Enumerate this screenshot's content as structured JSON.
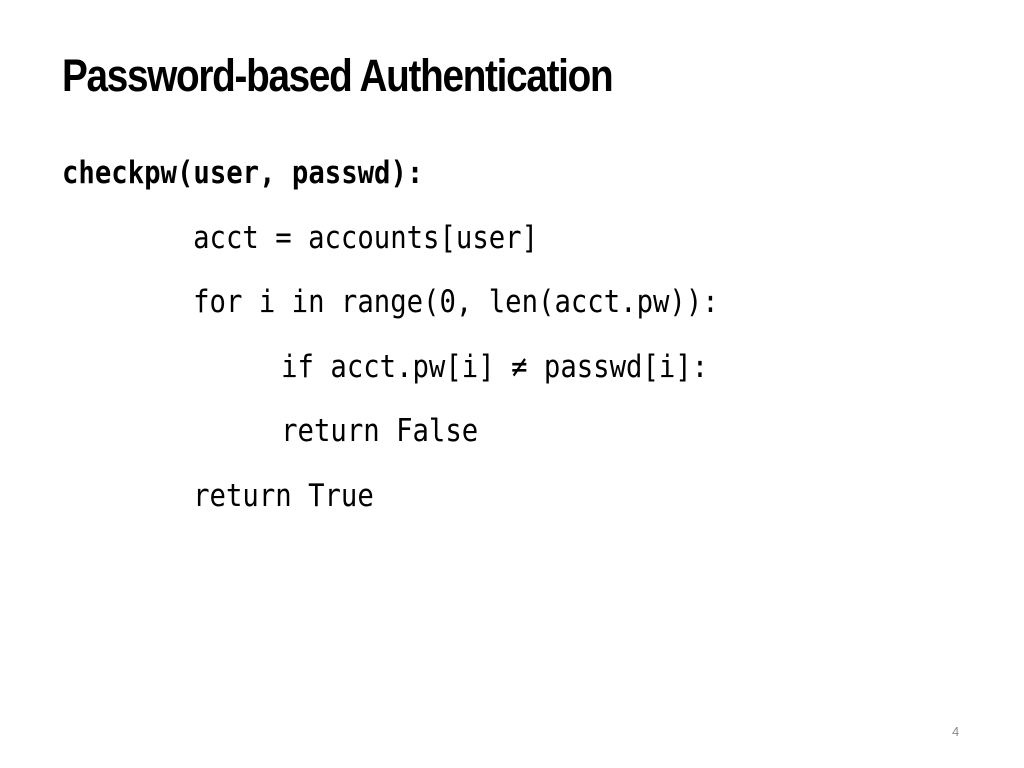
{
  "slide": {
    "title": "Password-based Authentication",
    "code_lines": [
      "checkpw(user, passwd):",
      "acct = accounts[user]",
      "for i in range(0, len(acct.pw)):",
      "if acct.pw[i] ≠ passwd[i]:",
      "return False",
      "return True"
    ],
    "page_number": "4"
  }
}
